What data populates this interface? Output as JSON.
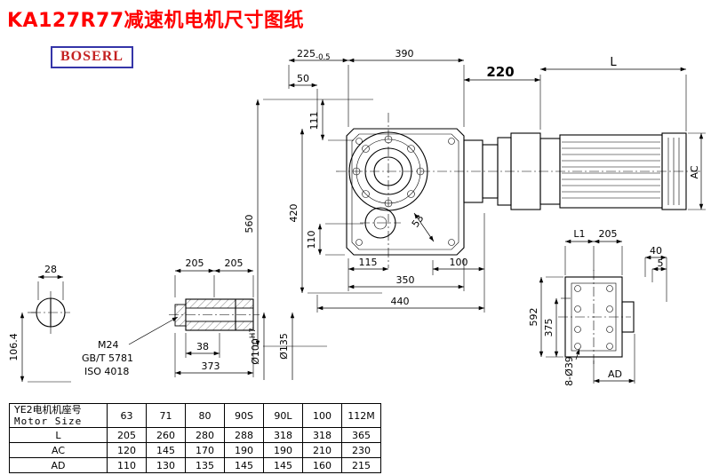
{
  "page": {
    "title": "KA127R77减速机电机尺寸图纸",
    "brand": "BOSERL"
  },
  "drawing": {
    "labels": {
      "dim_225": "225",
      "dim_225_tol": "-0.5",
      "dim_390": "390",
      "dim_50": "50",
      "dim_220": "220",
      "dim_L": "L",
      "dim_560": "560",
      "dim_420": "420",
      "dim_111": "111",
      "dim_110": "110",
      "dim_115": "115",
      "dim_53": "53",
      "dim_100": "100",
      "dim_350": "350",
      "dim_440": "440",
      "dim_AC": "AC",
      "dim_28": "28",
      "dim_106_4": "106.4",
      "dim_205_a": "205",
      "dim_205_b": "205",
      "thread": "M24",
      "standard_gb": "GB/T 5781",
      "standard_iso": "ISO 4018",
      "dim_38": "38",
      "dim_373": "373",
      "bore_dia": "Ø100",
      "bore_tol": "H7",
      "dim_135": "Ø135",
      "dim_L1": "L1",
      "dim_205_c": "205",
      "dim_40": "40",
      "dim_5": "5",
      "dim_592": "592",
      "dim_375": "375",
      "holes": "8-Ø39",
      "dim_AD": "AD"
    }
  },
  "table": {
    "header": {
      "label_cn": "YE2电机机座号",
      "label_en": "Motor Size"
    },
    "sizes": [
      "63",
      "71",
      "80",
      "90S",
      "90L",
      "100",
      "112M"
    ],
    "rows": [
      {
        "label": "L",
        "values": [
          "205",
          "260",
          "280",
          "288",
          "318",
          "318",
          "365"
        ]
      },
      {
        "label": "AC",
        "values": [
          "120",
          "145",
          "170",
          "190",
          "190",
          "210",
          "230"
        ]
      },
      {
        "label": "AD",
        "values": [
          "110",
          "130",
          "135",
          "145",
          "145",
          "160",
          "215"
        ]
      }
    ]
  }
}
